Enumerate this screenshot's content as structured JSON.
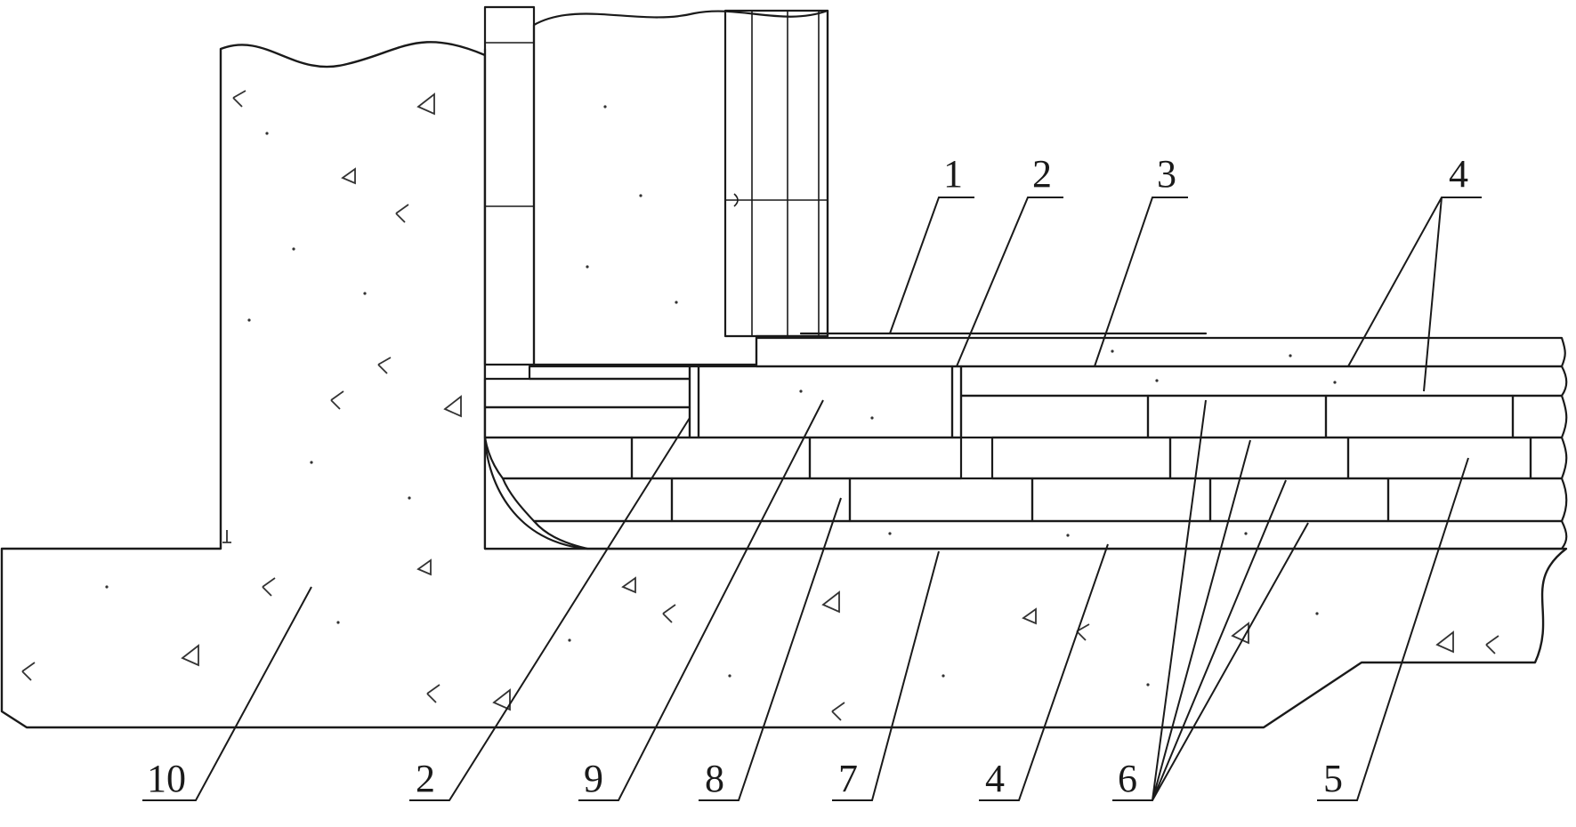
{
  "callouts": {
    "top": [
      {
        "id": "1",
        "text": "1"
      },
      {
        "id": "2",
        "text": "2"
      },
      {
        "id": "3",
        "text": "3"
      },
      {
        "id": "4",
        "text": "4"
      }
    ],
    "bottom": [
      {
        "id": "10",
        "text": "10"
      },
      {
        "id": "2",
        "text": "2"
      },
      {
        "id": "9",
        "text": "9"
      },
      {
        "id": "8",
        "text": "8"
      },
      {
        "id": "7",
        "text": "7"
      },
      {
        "id": "4",
        "text": "4"
      },
      {
        "id": "6",
        "text": "6"
      },
      {
        "id": "5",
        "text": "5"
      }
    ]
  },
  "colors": {
    "line": "#1a1a1a",
    "background": "#ffffff",
    "concrete_fill": "#ffffff",
    "stipple": "#555555"
  }
}
